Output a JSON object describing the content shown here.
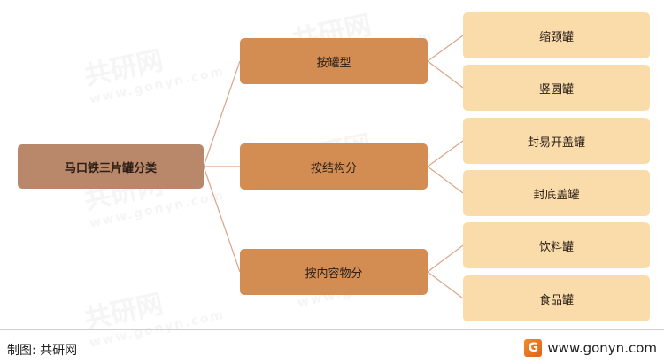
{
  "diagram": {
    "root": "马口铁三片罐分类",
    "categories": [
      {
        "label": "按罐型",
        "children": [
          "缩颈罐",
          "竖圆罐"
        ]
      },
      {
        "label": "按结构分",
        "children": [
          "封易开盖罐",
          "封底盖罐"
        ]
      },
      {
        "label": "按内容物分",
        "children": [
          "饮料罐",
          "食品罐"
        ]
      }
    ]
  },
  "watermark": {
    "brand": "共研网",
    "url": "www.gonyn.com"
  },
  "footer": {
    "credit": "制图: 共研网",
    "site": "www.gonyn.com",
    "logo_glyph": "G"
  },
  "colors": {
    "root": "#b9876a",
    "category": "#d38c52",
    "leaf": "#fadcab",
    "connector": "#d8a58a"
  }
}
